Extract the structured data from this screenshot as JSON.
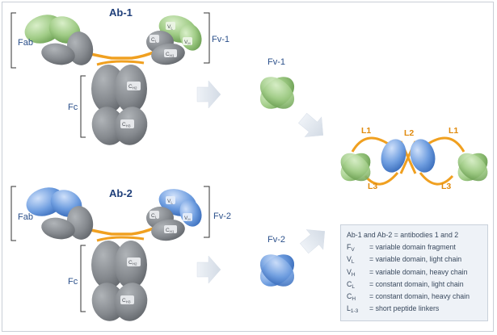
{
  "ab1": {
    "title": "Ab-1",
    "fab": "Fab",
    "fc": "Fc",
    "fv": "Fv-1",
    "domains": {
      "vl": "V",
      "vl_sub": "L",
      "vh": "V",
      "vh_sub": "H",
      "cl": "C",
      "cl_sub": "L",
      "ch1": "C",
      "ch1_sub": "H1",
      "ch2": "C",
      "ch2_sub": "H2",
      "ch3": "C",
      "ch3_sub": "H3"
    }
  },
  "ab2": {
    "title": "Ab-2",
    "fab": "Fab",
    "fc": "Fc",
    "fv": "Fv-2",
    "domains": {
      "vl": "V",
      "vl_sub": "L",
      "vh": "V",
      "vh_sub": "H",
      "cl": "C",
      "cl_sub": "L",
      "ch1": "C",
      "ch1_sub": "H1",
      "ch2": "C",
      "ch2_sub": "H2",
      "ch3": "C",
      "ch3_sub": "H3"
    }
  },
  "fragments": {
    "fv1": "Fv-1",
    "fv2": "Fv-2"
  },
  "linkers": {
    "l1_left": "L1",
    "l2": "L2",
    "l1_right": "L1",
    "l3_left": "L3",
    "l3_right": "L3"
  },
  "legend": {
    "header": "Ab-1 and Ab-2 = antibodies 1 and 2",
    "rows": [
      {
        "sym": "F",
        "sub": "V",
        "text": "= variable domain fragment"
      },
      {
        "sym": "V",
        "sub": "L",
        "text": "= variable domain, light chain"
      },
      {
        "sym": "V",
        "sub": "H",
        "text": "= variable domain, heavy chain"
      },
      {
        "sym": "C",
        "sub": "L",
        "text": "= constant domain, light chain"
      },
      {
        "sym": "C",
        "sub": "H",
        "text": "= constant domain, heavy chain"
      },
      {
        "sym": "L",
        "sub": "1-3",
        "text": "= short peptide linkers"
      }
    ]
  },
  "colors": {
    "green": "#9fcb85",
    "blue": "#6f9ee0",
    "gray": "#7d8186",
    "linker": "#f0a020",
    "arrow": "#dde4ed",
    "label": "#2a4f8a"
  }
}
